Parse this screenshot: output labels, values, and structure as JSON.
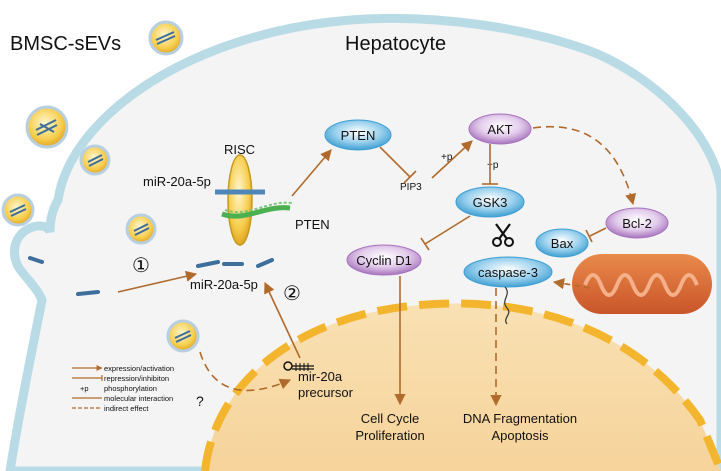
{
  "titles": {
    "left": "BMSC-sEVs",
    "right": "Hepatocyte"
  },
  "nodes": {
    "pten": "PTEN",
    "akt": "AKT",
    "gsk3": "GSK3",
    "cyclin": "Cyclin D1",
    "bcl2": "Bcl-2",
    "bax": "Bax",
    "caspase": "caspase-3"
  },
  "labels": {
    "risc": "RISC",
    "mir_top": "miR-20a-5p",
    "pten_target": "PTEN",
    "pip3": "PIP3",
    "p_akt": "+p",
    "p_gsk": "+p",
    "mir_mid": "miR-20a-5p",
    "precursor_1": "mir-20a",
    "precursor_2": "precursor",
    "step1": "①",
    "step2": "②",
    "question": "?",
    "out_cycle_1": "Cell Cycle",
    "out_cycle_2": "Proliferation",
    "out_dna_1": "DNA Fragmentation",
    "out_dna_2": "Apoptosis"
  },
  "legend": [
    {
      "kind": "arrow",
      "text": "expression/activation"
    },
    {
      "kind": "inhibit",
      "text": "repression/inhibiton"
    },
    {
      "kind": "plus",
      "symbol": "+p",
      "text": "phosphorylation"
    },
    {
      "kind": "line",
      "text": "molecular interaction"
    },
    {
      "kind": "dashed",
      "text": "indirect effect"
    }
  ],
  "colors": {
    "membrane": "#b9dbe6",
    "nucleus": "#f7d9a8",
    "nucleus_border": "#f3b52e",
    "arrow": "#b06a2c",
    "blue_node": "#4aa9d8",
    "purple_node": "#b07ac2",
    "vesicle": "#f3c43a"
  }
}
